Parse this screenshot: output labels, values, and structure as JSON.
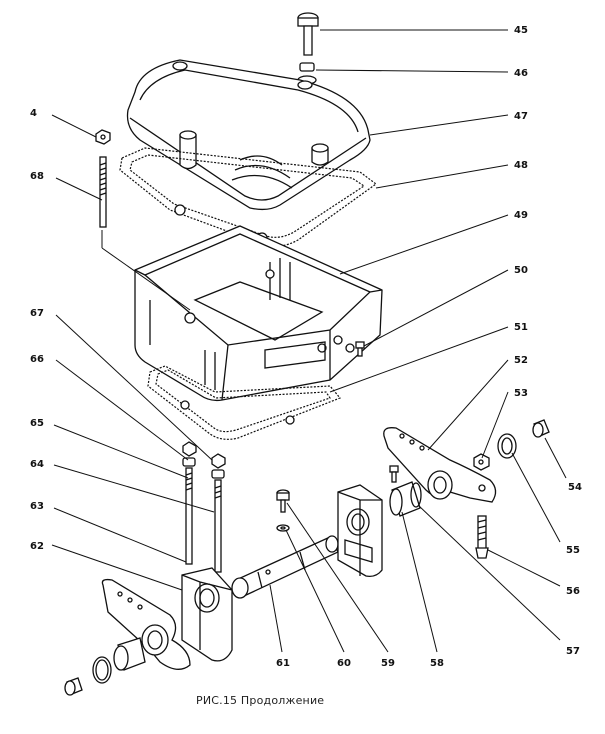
{
  "caption": "РИС.15 Продолжение",
  "labels": {
    "l4": "4",
    "l45": "45",
    "l46": "46",
    "l47": "47",
    "l48": "48",
    "l49": "49",
    "l50": "50",
    "l51": "51",
    "l52": "52",
    "l53": "53",
    "l54": "54",
    "l55": "55",
    "l56": "56",
    "l57": "57",
    "l58": "58",
    "l59": "59",
    "l60": "60",
    "l61": "61",
    "l62": "62",
    "l63": "63",
    "l64": "64",
    "l65": "65",
    "l66": "66",
    "l67": "67",
    "l68": "68"
  }
}
